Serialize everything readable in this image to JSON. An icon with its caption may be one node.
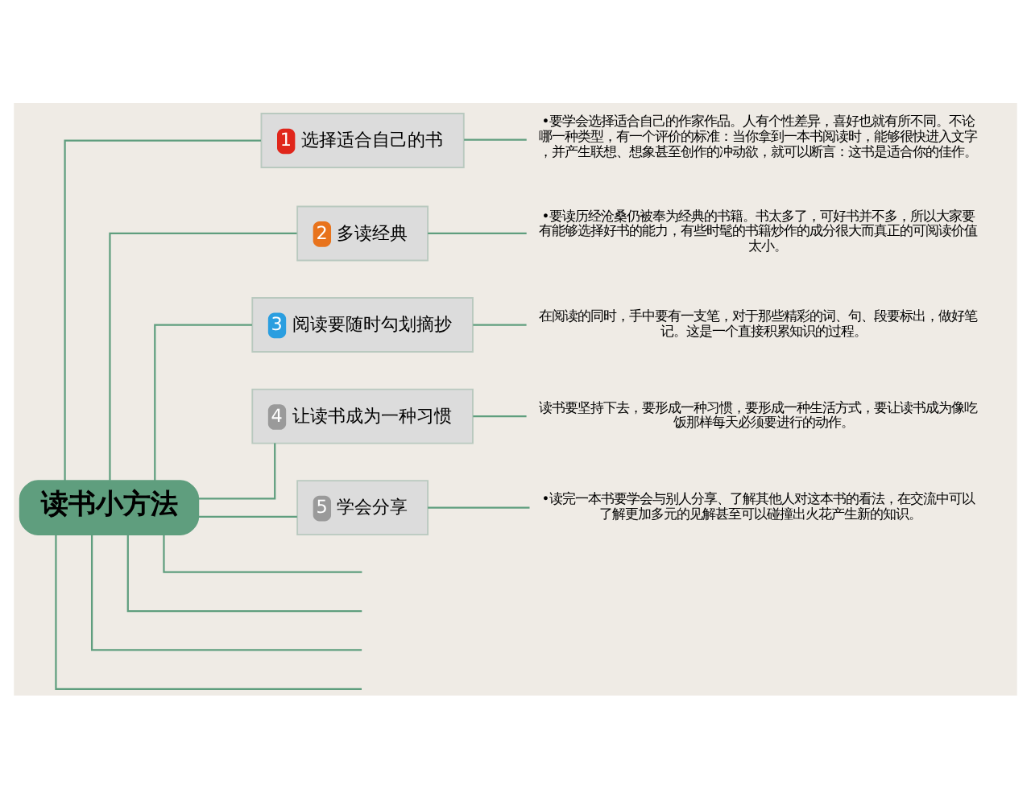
{
  "diagram": {
    "nodes": [
      {
        "text": [
          "读书小方法"
        ]
      },
      {
        "text": [
          "1",
          "选择适合自己的书"
        ]
      },
      {
        "text": [
          "•要学会选择适合自己的作家作品。人有个性差异，喜好也就有所不同。不论哪一种类型，有一个评价的标准：当你拿到一本书阅读时，能够很快进入文字，并产生联想、想象甚至创作的冲动欲，就可以断言：这书是适合你的佳作。"
        ]
      },
      {
        "text": [
          "2",
          "多读经典"
        ]
      },
      {
        "text": [
          "•要读历经沧桑仍被奉为经典的书籍。书太多了，可好书并不多，所以大家要有能够选择好书的能力，有些时髦的书籍炒作的成分很大而真正的可阅读价值太小。"
        ]
      },
      {
        "text": [
          "3",
          "阅读要随时勾划摘抄"
        ]
      },
      {
        "text": [
          "在阅读的同时，手中要有一支笔，对于那些精彩的词、句、段要标出，做好笔记。这是一个直接积累知识的过程。"
        ]
      },
      {
        "text": [
          "4",
          "让读书成为一种习惯"
        ]
      },
      {
        "text": [
          "读书要坚持下去，要形成一种习惯，要形成一种生活方式，要让读书成为像吃饭那样每天必须要进行的动作。"
        ]
      },
      {
        "text": [
          "5",
          "学会分享"
        ]
      },
      {
        "text": [
          "•读完一本书要学会与别人分享、了解其他人对这本书的看法，在交流中可以了解更加多元的见解甚至可以碰撞出火花产生新的知识。"
        ]
      }
    ],
    "edges": [
      {
        "from": 0,
        "to": 1,
        "arrow": "none"
      },
      {
        "from": 1,
        "to": 2,
        "arrow": "none"
      },
      {
        "from": 0,
        "to": 3,
        "arrow": "none"
      },
      {
        "from": 3,
        "to": 4,
        "arrow": "none"
      },
      {
        "from": 0,
        "to": 5,
        "arrow": "none"
      },
      {
        "from": 5,
        "to": 6,
        "arrow": "none"
      },
      {
        "from": 0,
        "to": 7,
        "arrow": "none"
      },
      {
        "from": 7,
        "to": 8,
        "arrow": "none"
      },
      {
        "from": 0,
        "to": 9,
        "arrow": "none"
      },
      {
        "from": 9,
        "to": 10,
        "arrow": "none"
      },
      {
        "from": 0,
        "to": null,
        "arrow": "none"
      },
      {
        "from": 0,
        "to": null,
        "arrow": "none"
      },
      {
        "from": 0,
        "to": null,
        "arrow": "none"
      },
      {
        "from": 0,
        "to": null,
        "arrow": "none"
      }
    ]
  }
}
